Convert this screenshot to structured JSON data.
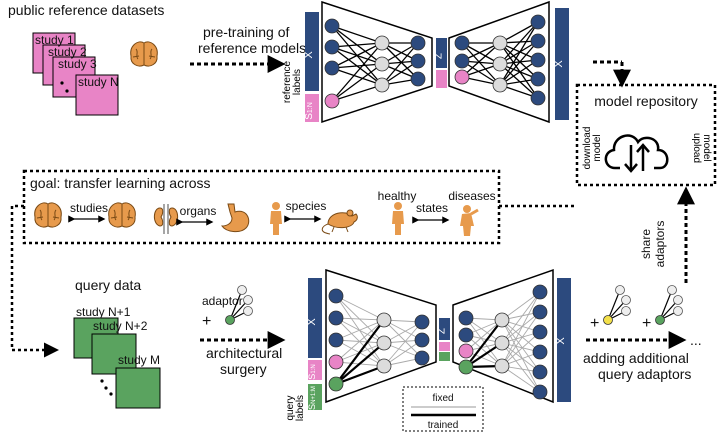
{
  "top": {
    "title": "public reference datasets",
    "studies": [
      "study 1",
      "study 2",
      "study 3",
      "study N"
    ],
    "pretrain_line1": "pre-training of",
    "pretrain_line2": "reference models",
    "ref_labels_line1": "reference",
    "ref_labels_line2": "labels",
    "s_label": "S",
    "s_sub": "1:N",
    "x_label": "X",
    "z_label": "Z",
    "xhat_label": "X̂"
  },
  "repository": {
    "title": "model repository",
    "download_line1": "download",
    "download_line2": "model",
    "upload_line1": "upload",
    "upload_line2": "model"
  },
  "goal": {
    "title": "goal: transfer learning across",
    "studies": "studies",
    "organs": "organs",
    "species": "species",
    "healthy": "healthy",
    "states": "states",
    "diseases": "diseases"
  },
  "share": {
    "line1": "share",
    "line2": "adaptors"
  },
  "bottom": {
    "query_title": "query data",
    "studies": [
      "study N+1",
      "study N+2",
      "study M"
    ],
    "adaptor": "adaptor",
    "plus": "+",
    "arch_line1": "architectural",
    "arch_line2": "surgery",
    "query_labels_line1": "query",
    "query_labels_line2": "labels",
    "s_ref_sub": "1:N",
    "s_query_sub": "N+1:M",
    "legend_fixed": "fixed",
    "legend_trained": "trained",
    "adding_line1": "adding additional",
    "adding_line2": "query adaptors",
    "ellipsis": "..."
  },
  "colors": {
    "pink": "#e884c6",
    "green": "#5aa35f",
    "navy": "#2c4a7e",
    "gray_node": "#dcdcdc",
    "yellow": "#f3e04a",
    "orange_icon": "#e79a4c"
  },
  "icons": [
    "brain-icon",
    "kidney-icon",
    "stomach-icon",
    "human-icon",
    "mouse-icon",
    "cloud-updown-icon"
  ]
}
